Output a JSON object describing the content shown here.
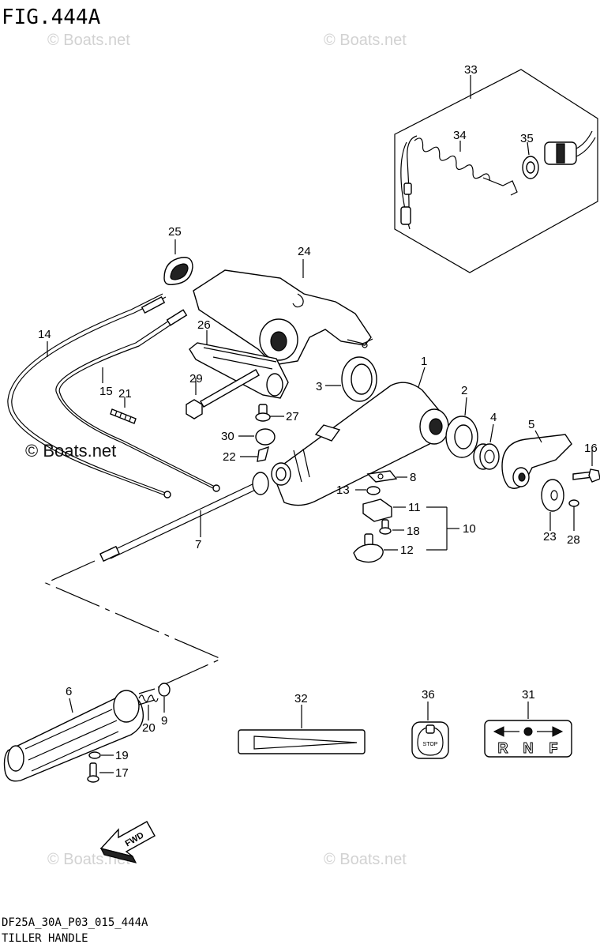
{
  "figure_title": "FIG.444A",
  "watermark": "© Boats.net",
  "footer": {
    "code": "DF25A_30A_P03_015_444A",
    "caption": "TILLER HANDLE"
  },
  "callouts": {
    "p1": "1",
    "p2": "2",
    "p3": "3",
    "p4": "4",
    "p5": "5",
    "p6": "6",
    "p7": "7",
    "p8": "8",
    "p9": "9",
    "p10": "10",
    "p11": "11",
    "p12": "12",
    "p13": "13",
    "p14": "14",
    "p15": "15",
    "p16": "16",
    "p17": "17",
    "p18": "18",
    "p19": "19",
    "p20": "20",
    "p21": "21",
    "p22": "22",
    "p23": "23",
    "p24": "24",
    "p25": "25",
    "p26": "26",
    "p27": "27",
    "p28": "28",
    "p29": "29",
    "p30": "30",
    "p31": "31",
    "p32": "32",
    "p33": "33",
    "p34": "34",
    "p35": "35",
    "p36": "36"
  },
  "decals": {
    "stop": "STOP",
    "fwd": "FWD",
    "shift_r": "R",
    "shift_n": "N",
    "shift_f": "F"
  }
}
